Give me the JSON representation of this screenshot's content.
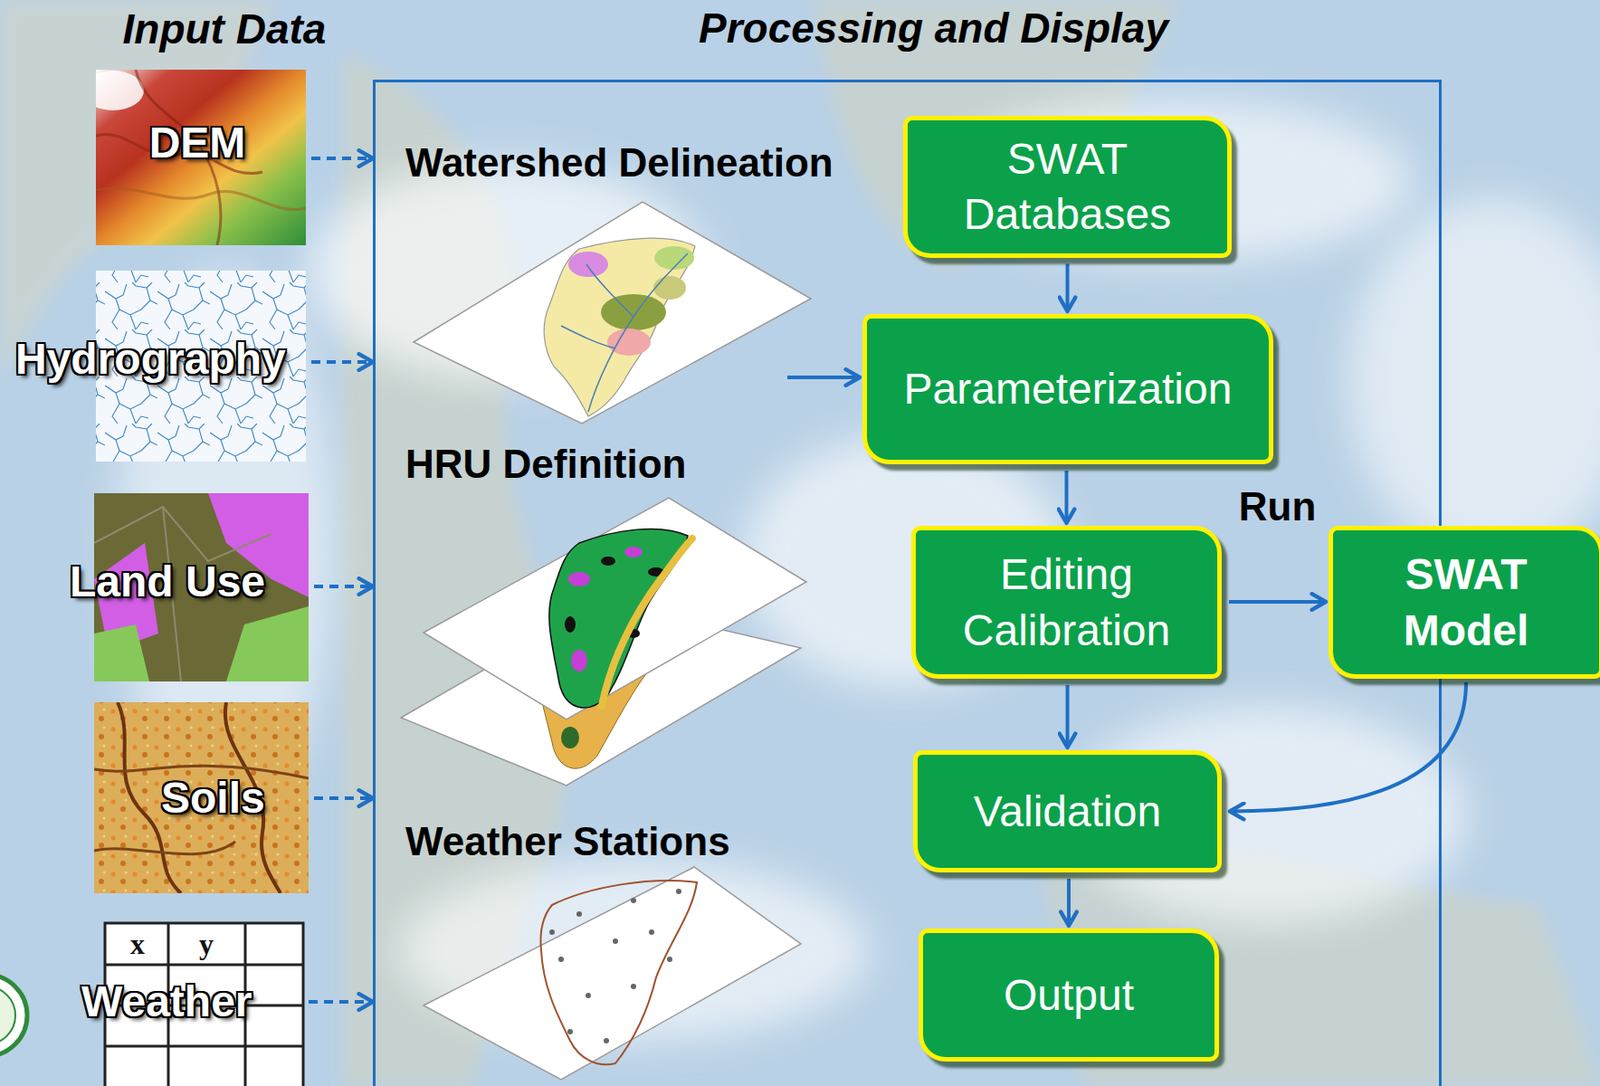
{
  "diagram": {
    "nodes": [
      {
        "text": [
          "DEM"
        ]
      },
      {
        "text": [
          "Hydrography"
        ]
      },
      {
        "text": [
          "Land Use"
        ]
      },
      {
        "text": [
          "Soils"
        ]
      },
      {
        "text": [
          "Weather"
        ]
      },
      {
        "text": [
          "Processing and Display"
        ]
      },
      {
        "text": [
          "Watershed Delineation"
        ],
        "in": 5
      },
      {
        "text": [
          "HRU Definition"
        ],
        "in": 5
      },
      {
        "text": [
          "Weather Stations"
        ],
        "in": 5
      },
      {
        "text": [
          "SWAT Databases"
        ],
        "in": 5
      },
      {
        "text": [
          "Parameterization"
        ],
        "in": 5
      },
      {
        "text": [
          "Editing Calibration"
        ],
        "in": 5
      },
      {
        "text": [
          "SWAT Model"
        ]
      },
      {
        "text": [
          "Validation"
        ],
        "in": 5
      },
      {
        "text": [
          "Output"
        ],
        "in": 5
      }
    ],
    "edges": [
      {
        "from": 0,
        "to": 5,
        "arrow": "to"
      },
      {
        "from": 1,
        "to": 5,
        "arrow": "to"
      },
      {
        "from": 2,
        "to": 5,
        "arrow": "to"
      },
      {
        "from": 3,
        "to": 5,
        "arrow": "to"
      },
      {
        "from": 4,
        "to": 5,
        "arrow": "to"
      },
      {
        "from": 9,
        "to": 10,
        "arrow": "to"
      },
      {
        "from": 6,
        "to": 10,
        "arrow": "to"
      },
      {
        "from": 10,
        "to": 11,
        "arrow": "to"
      },
      {
        "from": 11,
        "to": 12,
        "label": "Run",
        "arrow": "to"
      },
      {
        "from": 11,
        "to": 13,
        "arrow": "to"
      },
      {
        "from": 12,
        "to": 13,
        "arrow": "to"
      },
      {
        "from": 13,
        "to": 14,
        "arrow": "to"
      }
    ],
    "labels": [
      "Input Data",
      "x",
      "y"
    ]
  }
}
